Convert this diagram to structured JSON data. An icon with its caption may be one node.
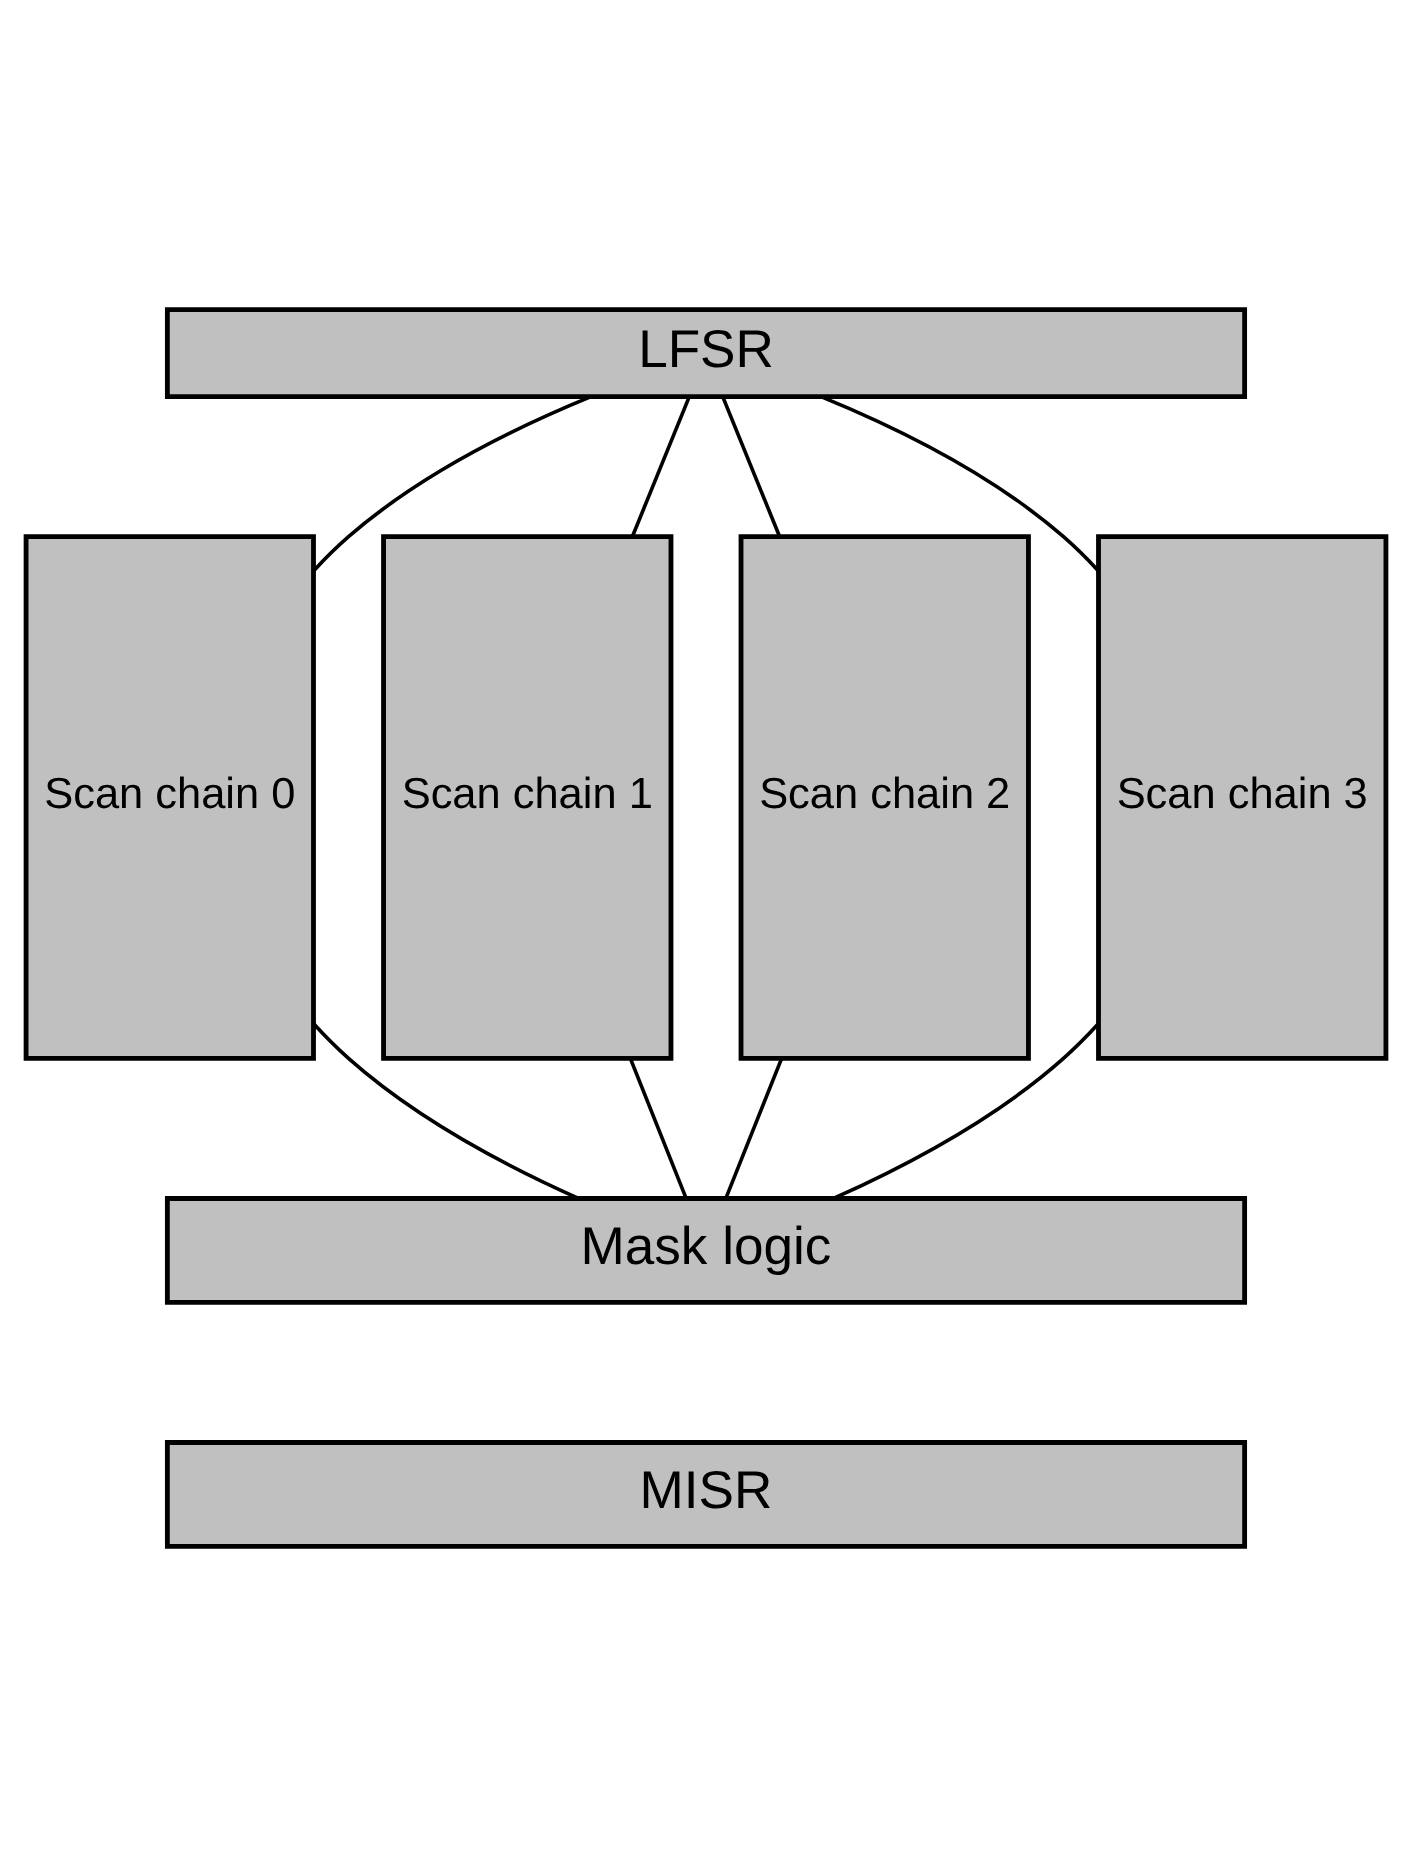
{
  "diagram": {
    "nodes": [
      {
        "text": [
          "LFSR"
        ]
      },
      {
        "text": [
          "Scan chain 0"
        ]
      },
      {
        "text": [
          "Scan chain 1"
        ]
      },
      {
        "text": [
          "Scan chain 2"
        ]
      },
      {
        "text": [
          "Scan chain 3"
        ]
      },
      {
        "text": [
          "Mask logic"
        ]
      },
      {
        "text": [
          "MISR"
        ]
      }
    ],
    "edges": [
      {
        "from": 0,
        "to": 1,
        "arrow": "none"
      },
      {
        "from": 0,
        "to": 2,
        "arrow": "none"
      },
      {
        "from": 0,
        "to": 3,
        "arrow": "none"
      },
      {
        "from": 0,
        "to": 4,
        "arrow": "none"
      },
      {
        "from": 1,
        "to": 5,
        "arrow": "none"
      },
      {
        "from": 2,
        "to": 5,
        "arrow": "none"
      },
      {
        "from": 3,
        "to": 5,
        "arrow": "none"
      },
      {
        "from": 4,
        "to": 5,
        "arrow": "none"
      }
    ]
  }
}
